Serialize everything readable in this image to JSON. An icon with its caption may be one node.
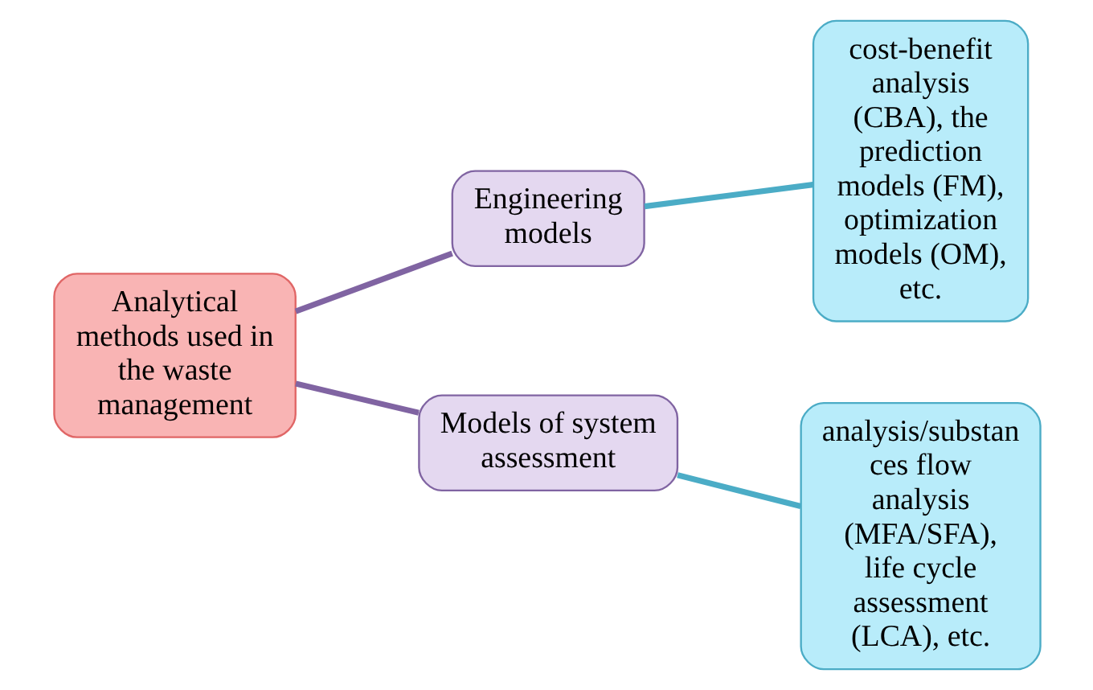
{
  "diagram": {
    "nodes": [
      {
        "text": [
          "Analytical methods used in the waste management"
        ]
      },
      {
        "text": [
          "Engineering models"
        ]
      },
      {
        "text": [
          "Models of system assessment"
        ]
      },
      {
        "text": [
          "cost-benefit analysis (CBA), the prediction models (FM), optimization models (OM), etc."
        ]
      },
      {
        "text": [
          "analysis/substan ces flow analysis (MFA/SFA),",
          "life cycle assessment (LCA), etc."
        ]
      }
    ],
    "edges": [
      {
        "from": 0,
        "to": 1,
        "arrow": "none",
        "color": "#8064a2"
      },
      {
        "from": 0,
        "to": 2,
        "arrow": "none",
        "color": "#8064a2"
      },
      {
        "from": 1,
        "to": 3,
        "arrow": "none",
        "color": "#4bacc6"
      },
      {
        "from": 2,
        "to": 4,
        "arrow": "none",
        "color": "#4bacc6"
      }
    ]
  }
}
